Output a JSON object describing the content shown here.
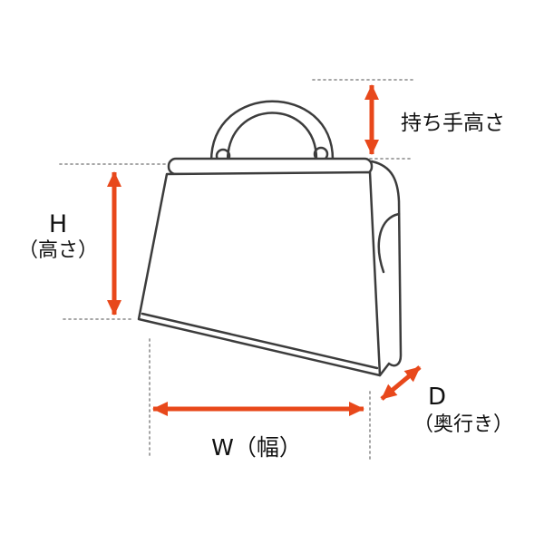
{
  "diagram": {
    "subject": "handbag-dimension-diagram",
    "labels": {
      "handle_height": "持ち手高さ",
      "height_letter": "H",
      "height_caption": "（高さ）",
      "width": "W（幅）",
      "depth_letter": "D",
      "depth_caption": "（奥行き）"
    },
    "colors": {
      "arrow": "#e8481b",
      "outline": "#3c3c3c",
      "guide": "#9a9a9a",
      "text": "#111111",
      "background": "#ffffff"
    }
  }
}
